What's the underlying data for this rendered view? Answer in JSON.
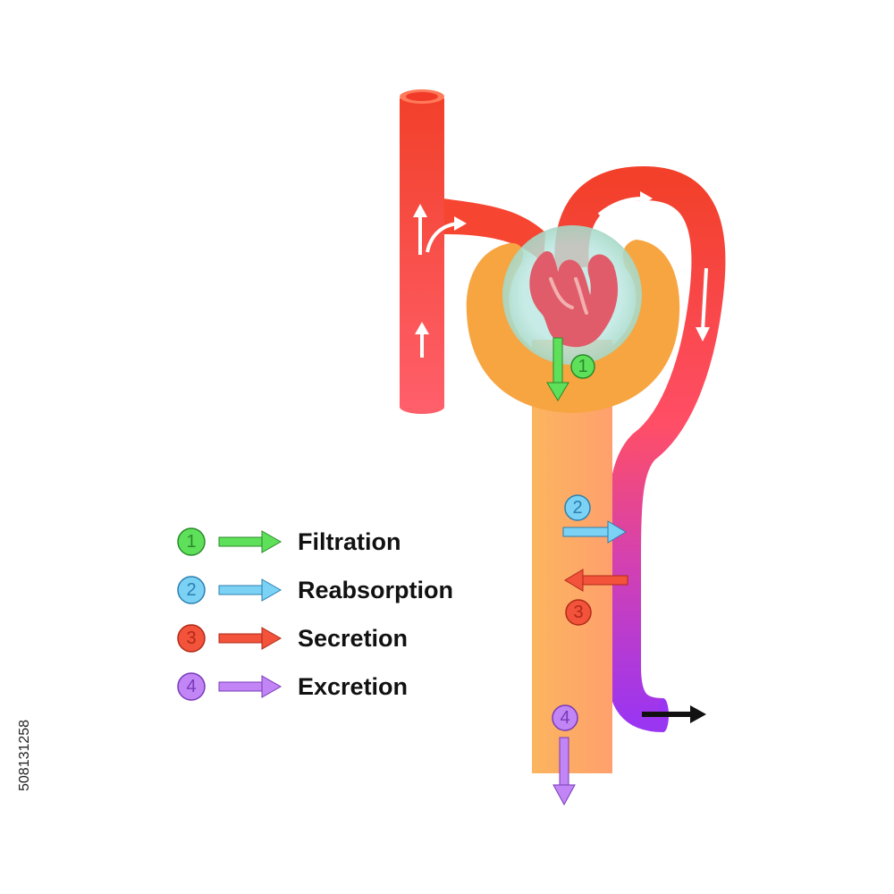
{
  "colors": {
    "filtration": "#5fe05a",
    "reabsorption": "#7cd2f5",
    "secretion": "#f2533a",
    "excretion": "#c185f5",
    "artery": "#f2402a",
    "tubule": "#fbb26a",
    "capsule": "#f7a540",
    "glomerulus": "#e05c6a",
    "vein_end": "#9a35f2"
  },
  "process_markers": [
    {
      "number": "1",
      "label": "Filtration",
      "color": "#5fe05a",
      "text_color": "#2a8a2a"
    },
    {
      "number": "2",
      "label": "Reabsorption",
      "color": "#7cd2f5",
      "text_color": "#2a7fb0"
    },
    {
      "number": "3",
      "label": "Secretion",
      "color": "#f2533a",
      "text_color": "#b02a18"
    },
    {
      "number": "4",
      "label": "Excretion",
      "color": "#c185f5",
      "text_color": "#7a3ab8"
    }
  ],
  "stock_id": "508131258"
}
